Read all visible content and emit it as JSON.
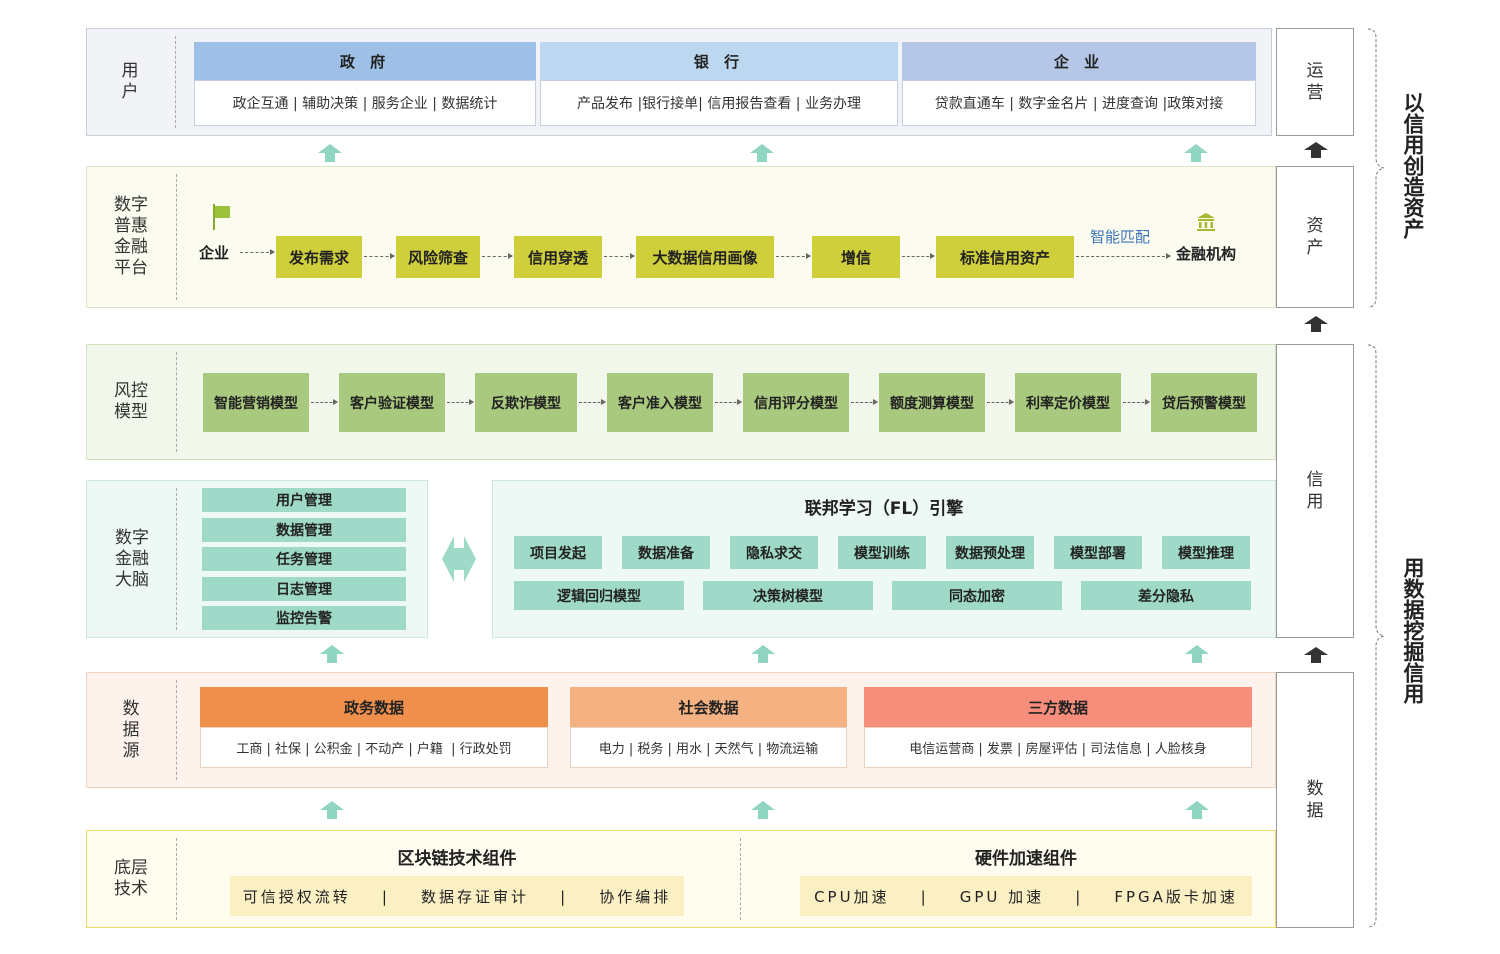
{
  "layers": {
    "users": {
      "label": "用\n户",
      "gov": {
        "head": "政 府",
        "items": "政企互通 | 辅助决策 | 服务企业 | 数据统计"
      },
      "bank": {
        "head": "银 行",
        "items": "产品发布 |银行接单| 信用报告查看 | 业务办理"
      },
      "ent": {
        "head": "企 业",
        "items": "贷款直通车 | 数字金名片 | 进度查询 |政策对接"
      }
    },
    "platform": {
      "label": "数字\n普惠\n金融\n平台",
      "start": "企业",
      "end": "金融机构",
      "match_label": "智能匹配",
      "steps": [
        "发布需求",
        "风险筛查",
        "信用穿透",
        "大数据信用画像",
        "增信",
        "标准信用资产"
      ]
    },
    "risk": {
      "label": "风控\n模型",
      "models": [
        "智能营销模型",
        "客户验证模型",
        "反欺诈模型",
        "客户准入模型",
        "信用评分模型",
        "额度测算模型",
        "利率定价模型",
        "贷后预警模型"
      ]
    },
    "brain": {
      "label": "数字\n金融\n大脑",
      "items": [
        "用户管理",
        "数据管理",
        "任务管理",
        "日志管理",
        "监控告警"
      ]
    },
    "fl": {
      "title": "联邦学习（FL）引擎",
      "row1": [
        "项目发起",
        "数据准备",
        "隐私求交",
        "模型训练",
        "数据预处理",
        "模型部署",
        "模型推理"
      ],
      "row2": [
        "逻辑回归模型",
        "决策树模型",
        "同态加密",
        "差分隐私"
      ]
    },
    "sources": {
      "label": "数\n据\n源",
      "gov": {
        "head": "政务数据",
        "items": "工商 | 社保 | 公积金 | 不动产 | 户籍  | 行政处罚"
      },
      "social": {
        "head": "社会数据",
        "items": "电力 | 税务 | 用水 | 天然气 | 物流运输"
      },
      "third": {
        "head": "三方数据",
        "items": "电信运营商 | 发票 | 房屋评估 | 司法信息 | 人脸核身"
      }
    },
    "base": {
      "label": "底层\n技术",
      "blockchain": {
        "title": "区块链技术组件",
        "items": "可信授权流转    |    数据存证审计    |    协作编排"
      },
      "hardware": {
        "title": "硬件加速组件",
        "items": "CPU加速    |    GPU 加速    |    FPGA版卡加速"
      }
    }
  },
  "right": {
    "ops": "运\n营",
    "asset": "资\n产",
    "credit": "信\n用",
    "data": "数\n据"
  },
  "side": {
    "top": "以信用创造资产",
    "bottom": "用数据挖掘信用"
  },
  "colors": {
    "user_head_gov": "#9fc0e6",
    "user_head_bank": "#bcd8f0",
    "user_head_ent": "#b6c6e6",
    "yellow": "#cfcf3c",
    "green": "#a9c97e",
    "teal": "#9fdac8",
    "orange1": "#ef8f4c",
    "orange2": "#f4b182",
    "salmon": "#f78e7c"
  },
  "icons": {
    "flag": "flag-icon",
    "bank": "bank-icon",
    "exchange": "bidirectional-arrow-icon",
    "up": "up-arrow-icon"
  }
}
